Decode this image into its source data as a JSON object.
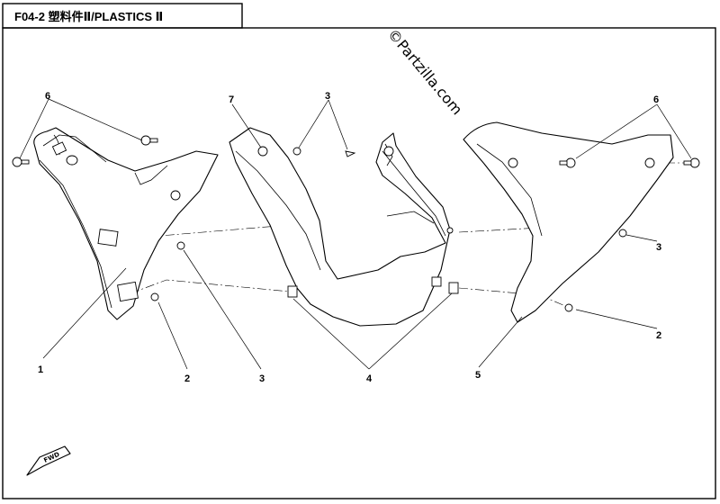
{
  "header": {
    "title": "F04-2  塑料件Ⅱ/PLASTICS Ⅱ"
  },
  "watermark": {
    "text": "©Partzilla.com"
  },
  "fwd_badge": {
    "text": "FWD"
  },
  "callouts": {
    "c1": "1",
    "c2a": "2",
    "c2b": "2",
    "c3a": "3",
    "c3b": "3",
    "c3c": "3",
    "c4": "4",
    "c5": "5",
    "c6a": "6",
    "c6b": "6",
    "c7": "7"
  }
}
